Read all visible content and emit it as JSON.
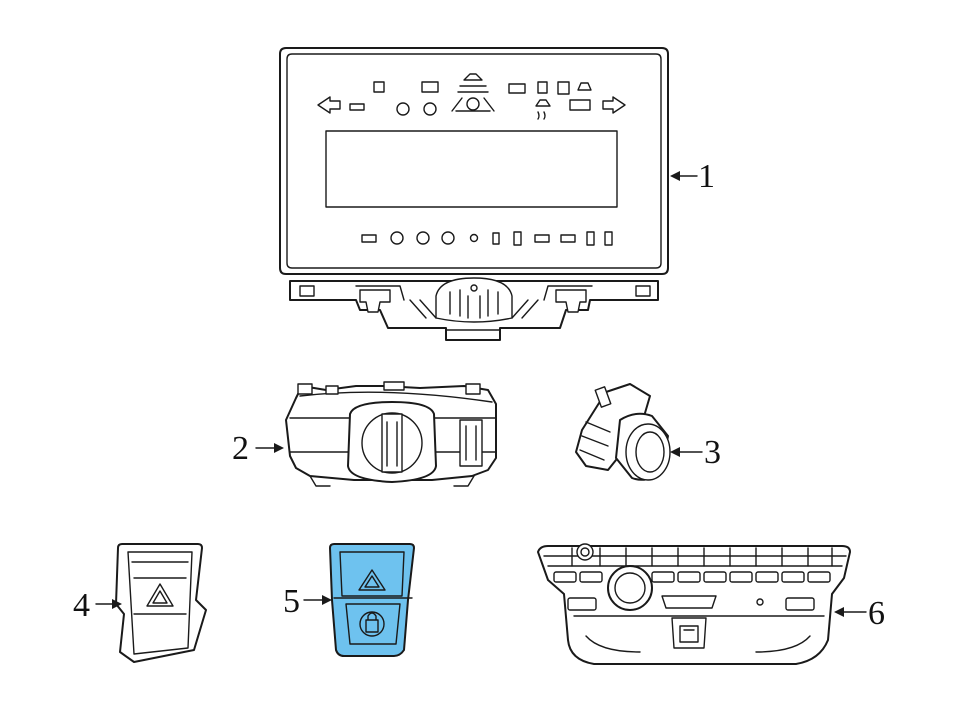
{
  "callouts": {
    "c1": "1",
    "c2": "2",
    "c3": "3",
    "c4": "4",
    "c5": "5",
    "c6": "6"
  },
  "colors": {
    "line": "#1a1a1a",
    "highlight": "#6ec2ef",
    "background": "#ffffff"
  }
}
